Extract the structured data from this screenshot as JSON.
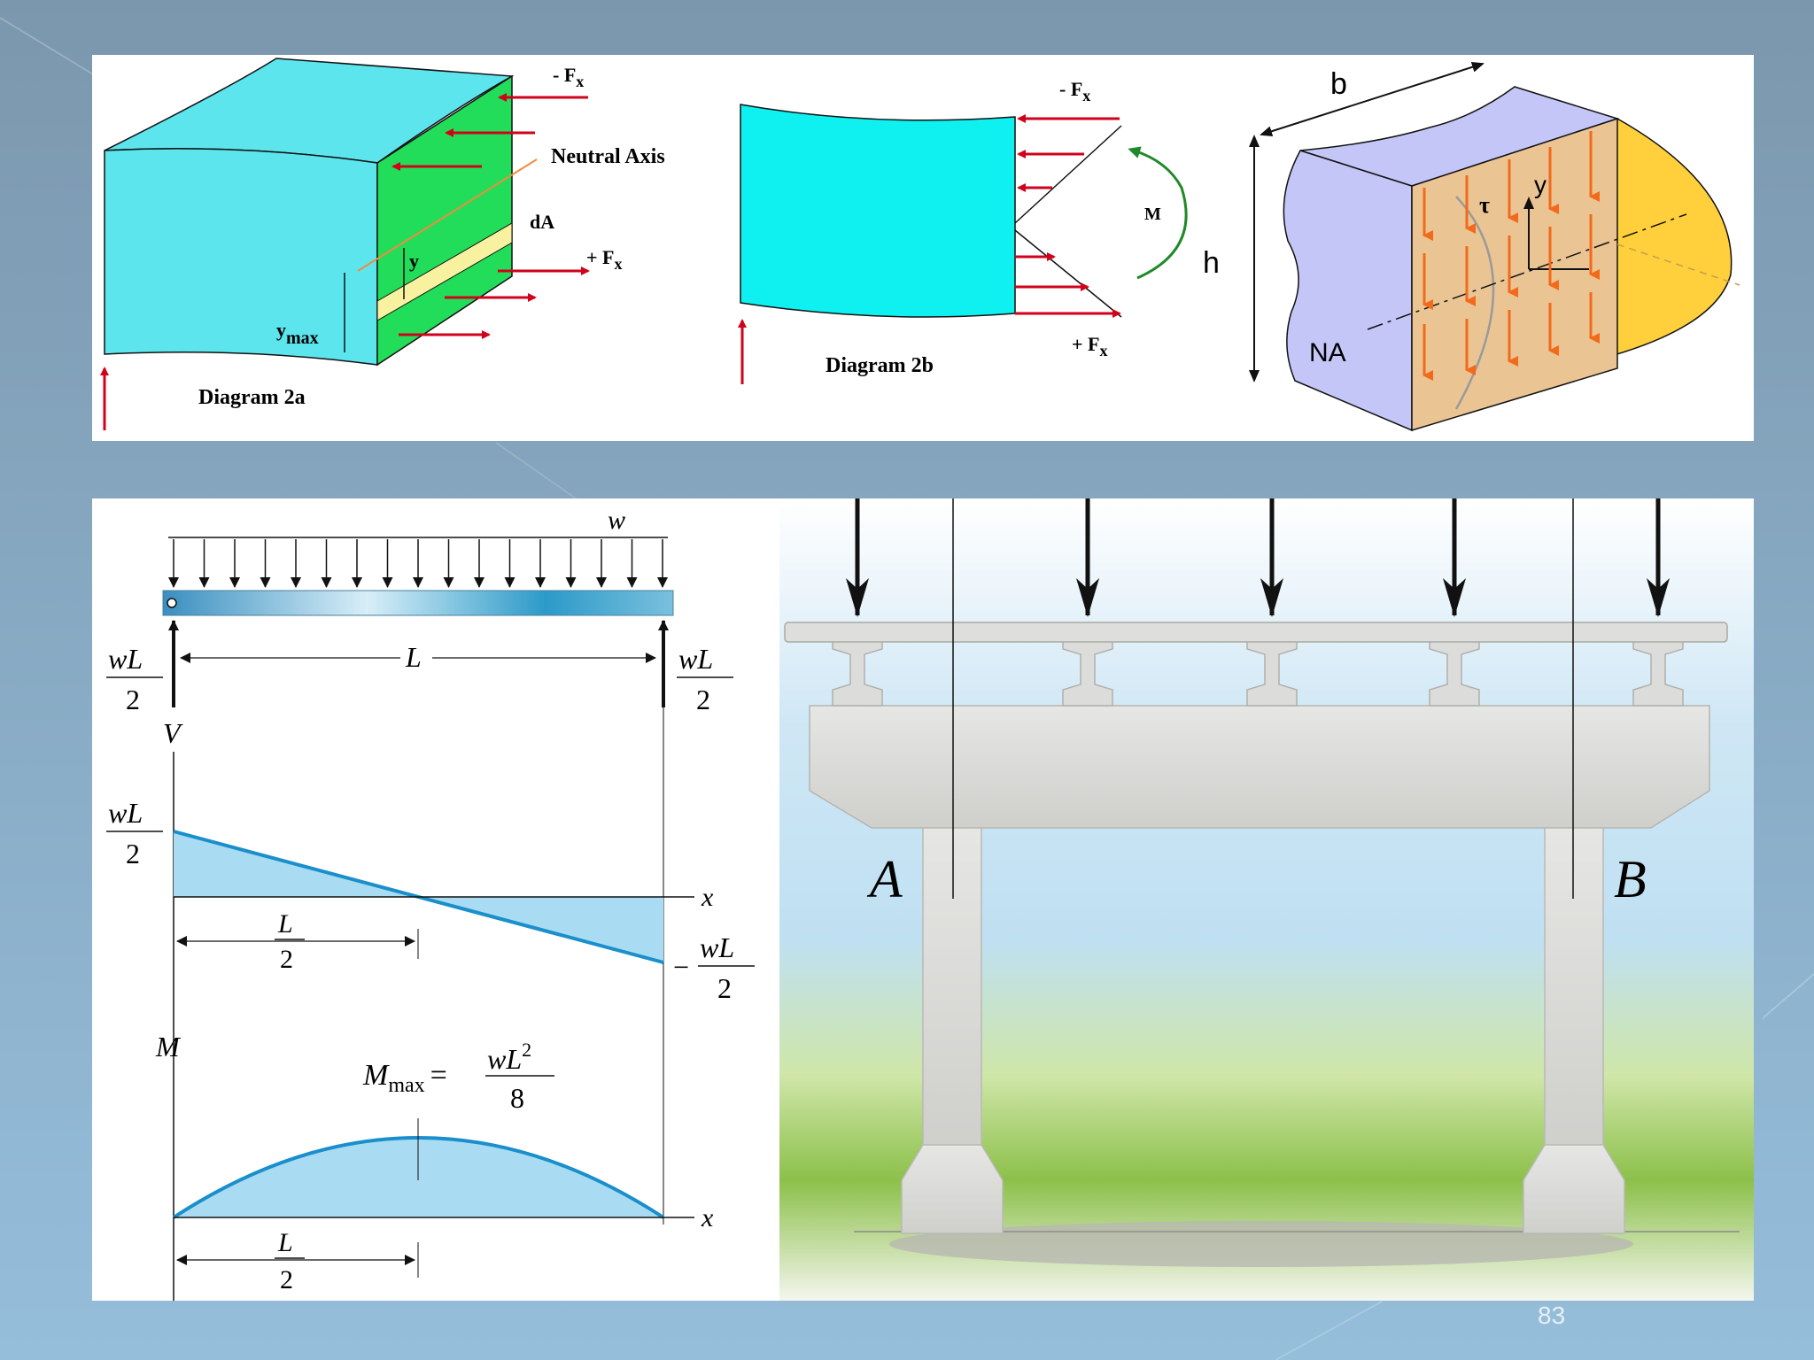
{
  "diagram_2a": {
    "caption": "Diagram 2a",
    "neg_force": "- F",
    "pos_force": "+ F",
    "force_sub": "x",
    "neutral_axis": "Neutral Axis",
    "dA": "dA",
    "y": "y",
    "ymax": "y",
    "ymax_sub": "max"
  },
  "diagram_2b": {
    "caption": "Diagram 2b",
    "neg_force": "- F",
    "pos_force": "+ F",
    "force_sub": "x",
    "moment": "M"
  },
  "shear_block": {
    "b": "b",
    "h": "h",
    "na": "NA",
    "tau": "τ",
    "y": "y"
  },
  "beam_diagram": {
    "load": "w",
    "wL": "wL",
    "two": "2",
    "span": "L",
    "L": "L",
    "shear_axis": "V",
    "moment_axis": "M",
    "x": "x",
    "minus": "−",
    "mmax": "M",
    "mmax_sub": "max",
    "equals": "=",
    "wL2": "wL",
    "sq": "2",
    "eight": "8"
  },
  "bridge": {
    "support_a": "A",
    "support_b": "B"
  },
  "slide": {
    "page_number": "83"
  }
}
